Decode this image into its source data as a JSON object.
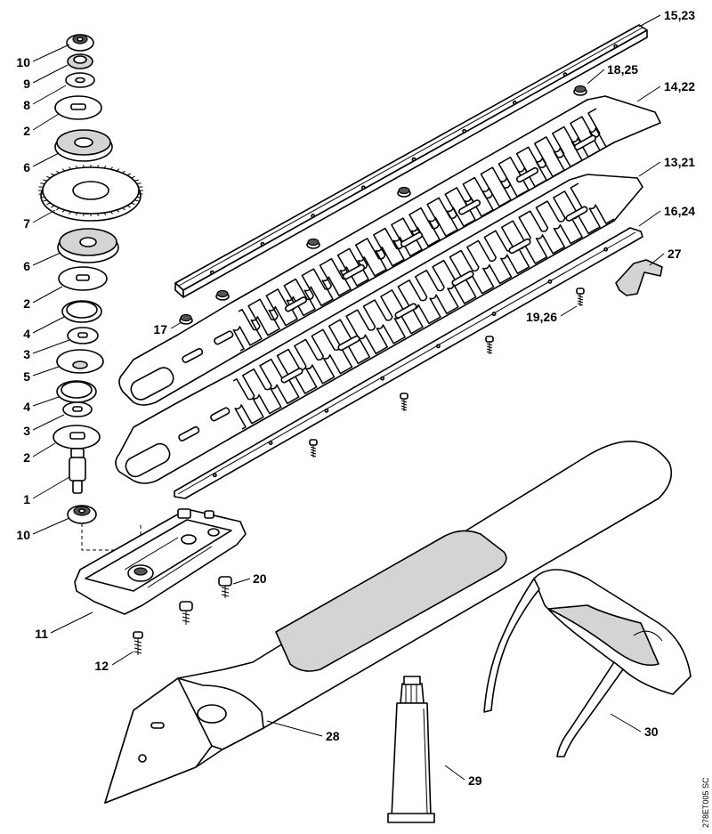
{
  "diagram": {
    "drawing_code": "278ET005 SC",
    "callouts": [
      {
        "id": "c-10-top",
        "text": "10"
      },
      {
        "id": "c-9",
        "text": "9"
      },
      {
        "id": "c-8",
        "text": "8"
      },
      {
        "id": "c-2-a",
        "text": "2"
      },
      {
        "id": "c-6-a",
        "text": "6"
      },
      {
        "id": "c-7",
        "text": "7"
      },
      {
        "id": "c-6-b",
        "text": "6"
      },
      {
        "id": "c-2-b",
        "text": "2"
      },
      {
        "id": "c-4-a",
        "text": "4"
      },
      {
        "id": "c-3-a",
        "text": "3"
      },
      {
        "id": "c-5",
        "text": "5"
      },
      {
        "id": "c-4-b",
        "text": "4"
      },
      {
        "id": "c-3-b",
        "text": "3"
      },
      {
        "id": "c-2-c",
        "text": "2"
      },
      {
        "id": "c-1",
        "text": "1"
      },
      {
        "id": "c-10-bottom",
        "text": "10"
      },
      {
        "id": "c-11",
        "text": "11"
      },
      {
        "id": "c-12",
        "text": "12"
      },
      {
        "id": "c-20",
        "text": "20"
      },
      {
        "id": "c-15-23",
        "text": "15,23"
      },
      {
        "id": "c-18-25",
        "text": "18,25"
      },
      {
        "id": "c-14-22",
        "text": "14,22"
      },
      {
        "id": "c-13-21",
        "text": "13,21"
      },
      {
        "id": "c-16-24",
        "text": "16,24"
      },
      {
        "id": "c-27",
        "text": "27"
      },
      {
        "id": "c-17",
        "text": "17"
      },
      {
        "id": "c-19-26",
        "text": "19,26"
      },
      {
        "id": "c-28",
        "text": "28"
      },
      {
        "id": "c-29",
        "text": "29"
      },
      {
        "id": "c-30",
        "text": "30"
      }
    ]
  }
}
